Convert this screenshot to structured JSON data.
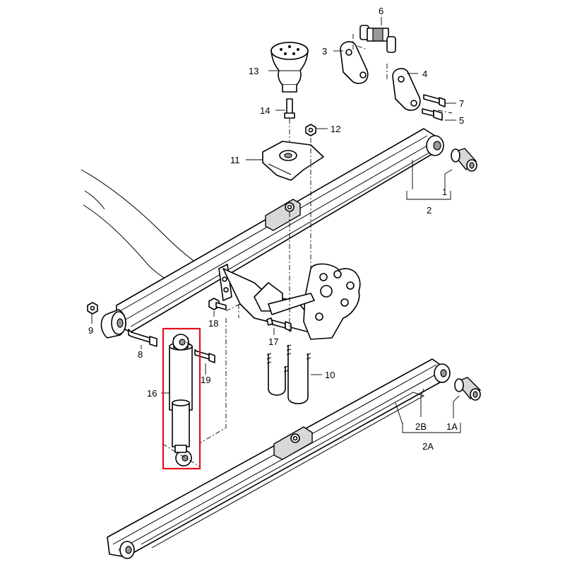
{
  "diagram": {
    "labels": {
      "l1": "1",
      "l1a": "1A",
      "l2": "2",
      "l2a": "2A",
      "l2b": "2B",
      "l3": "3",
      "l4": "4",
      "l5": "5",
      "l6": "6",
      "l7": "7",
      "l8": "8",
      "l9": "9",
      "l10": "10",
      "l11": "11",
      "l12": "12",
      "l13": "13",
      "l14": "14",
      "l16": "16",
      "l17": "17",
      "l18": "18",
      "l19": "19"
    },
    "highlight_color": "#e0101c",
    "highlighted_part": "16"
  }
}
